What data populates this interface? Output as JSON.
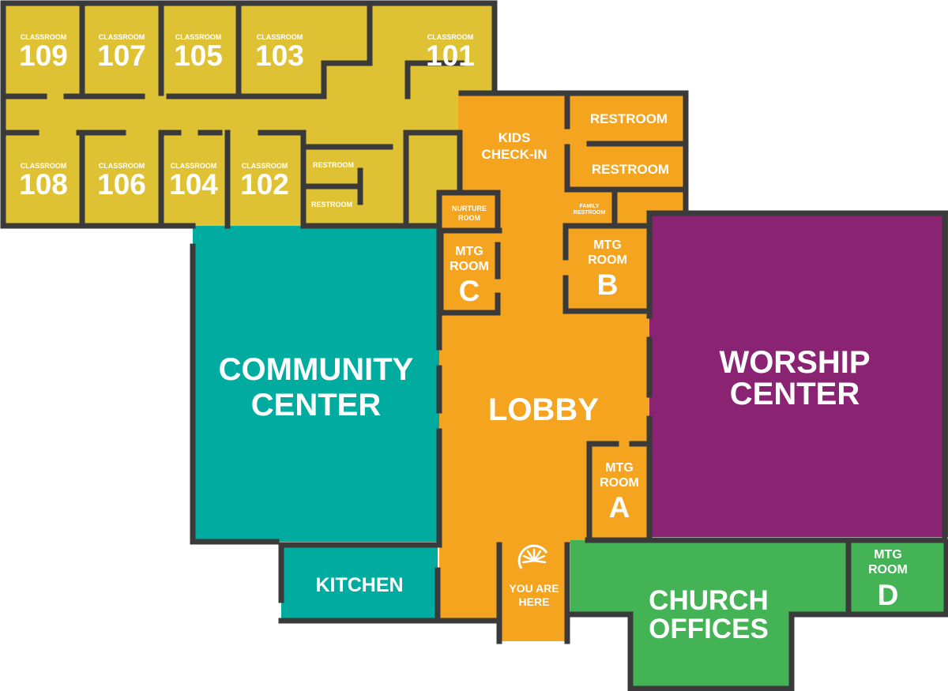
{
  "colors": {
    "classrooms": "#dfc234",
    "lobby": "#f5a41f",
    "community": "#00ab9f",
    "worship": "#8b2373",
    "offices": "#44b355",
    "wall": "#3a3a3a",
    "text": "#ffffff"
  },
  "classrooms": {
    "label": "CLASSROOM",
    "top": [
      "109",
      "107",
      "105",
      "103",
      "101"
    ],
    "bottom": [
      "108",
      "106",
      "104",
      "102"
    ]
  },
  "restrooms": {
    "left_upper": "RESTROOM",
    "left_lower": "RESTROOM",
    "right_upper": "RESTROOM",
    "right_lower": "RESTROOM",
    "family_line1": "FAMILY",
    "family_line2": "RESTROOM"
  },
  "kids_checkin": {
    "line1": "KIDS",
    "line2": "CHECK-IN"
  },
  "nurture_room": {
    "line1": "NURTURE",
    "line2": "ROOM"
  },
  "meeting_rooms": {
    "line1": "MTG",
    "line2": "ROOM",
    "a": "A",
    "b": "B",
    "c": "C",
    "d": "D"
  },
  "community_center": {
    "line1": "COMMUNITY",
    "line2": "CENTER"
  },
  "lobby": {
    "label": "LOBBY"
  },
  "worship_center": {
    "line1": "WORSHIP",
    "line2": "CENTER"
  },
  "kitchen": {
    "label": "KITCHEN"
  },
  "church_offices": {
    "line1": "CHURCH",
    "line2": "OFFICES"
  },
  "you_are_here": {
    "line1": "YOU ARE",
    "line2": "HERE",
    "icon": "sunburst-icon"
  }
}
